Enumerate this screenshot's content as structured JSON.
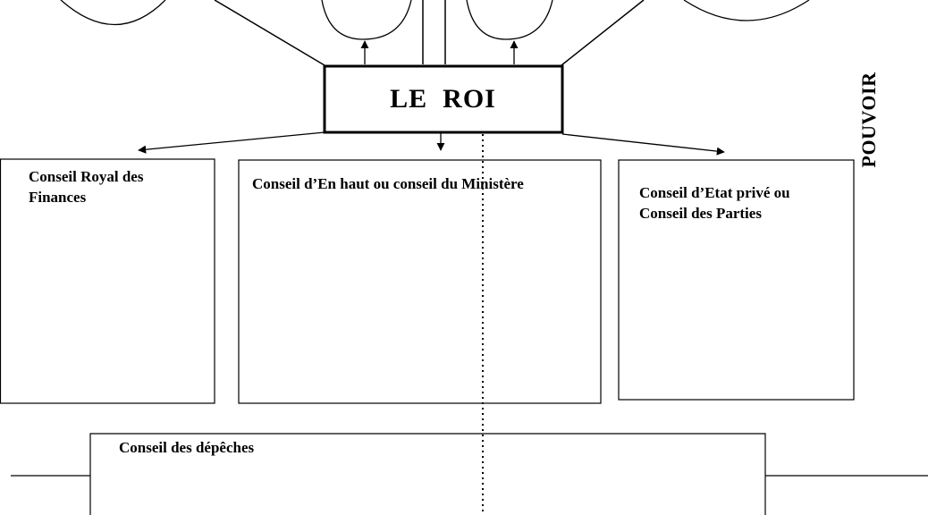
{
  "king": {
    "label": "LE  ROI"
  },
  "councils": {
    "finances": {
      "line1": "Conseil Royal des",
      "line2": "Finances"
    },
    "en_haut": {
      "line1": "Conseil d’En haut ou conseil du Ministère"
    },
    "etat_prive": {
      "line1": "Conseil d’Etat privé ou",
      "line2": "Conseil des Parties"
    },
    "depeches": {
      "line1": "Conseil des dépêches"
    }
  },
  "side_label": "POUVOIR",
  "colors": {
    "ink": "#000000",
    "paper": "#ffffff"
  }
}
